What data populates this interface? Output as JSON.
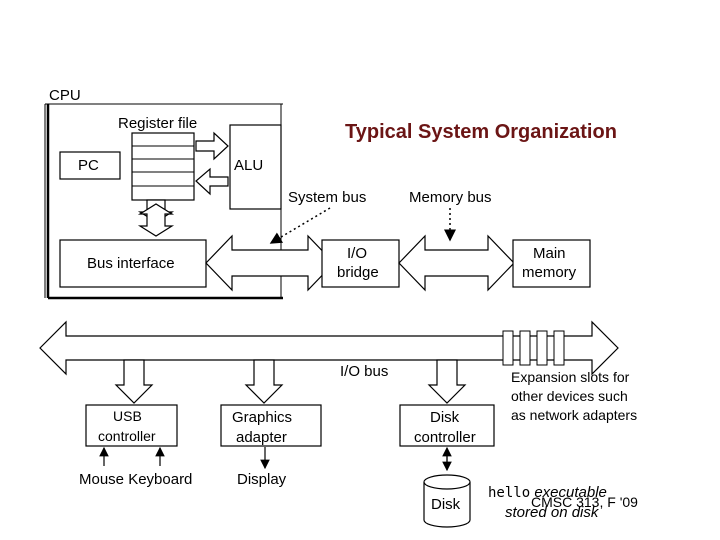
{
  "title": "Typical System Organization",
  "labels": {
    "cpu": "CPU",
    "register_file": "Register file",
    "pc": "PC",
    "alu": "ALU",
    "system_bus": "System bus",
    "memory_bus": "Memory bus",
    "bus_interface": "Bus interface",
    "io_bridge_line1": "I/O",
    "io_bridge_line2": "bridge",
    "main_memory_line1": "Main",
    "main_memory_line2": "memory",
    "io_bus": "I/O bus",
    "usb_line1": "USB",
    "usb_line2": "controller",
    "graphics_line1": "Graphics",
    "graphics_line2": "adapter",
    "disk_ctrl_line1": "Disk",
    "disk_ctrl_line2": "controller",
    "expansion_line1": "Expansion slots for",
    "expansion_line2": "other devices such",
    "expansion_line3": "as network adapters",
    "mouse_keyboard": "Mouse Keyboard",
    "display": "Display",
    "disk": "Disk",
    "hello_mono": "hello",
    "hello_rest": " executable",
    "stored_on_disk": "stored on disk",
    "footer": "CMSC 313, F '09"
  }
}
